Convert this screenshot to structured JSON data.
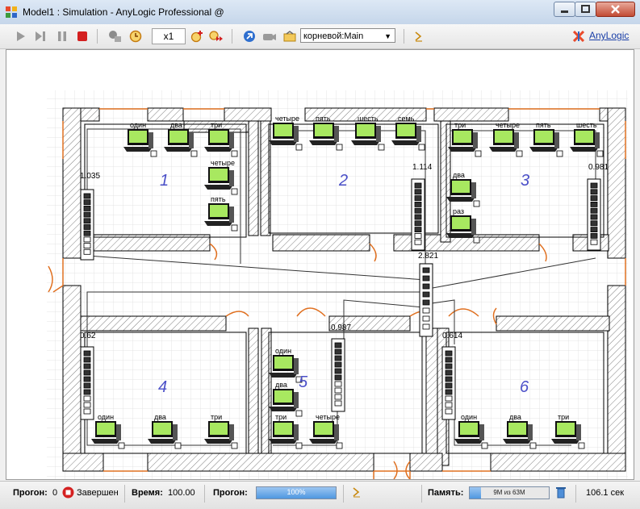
{
  "window": {
    "title": "Model1 : Simulation - AnyLogic Professional @"
  },
  "toolbar": {
    "speed": "x1",
    "experiment_combo": "корневой:Main",
    "brand": "AnyLogic"
  },
  "rooms": [
    {
      "number": "1",
      "hub_label": "1.035",
      "computers": [
        "один",
        "два",
        "три",
        "четыре",
        "пять"
      ]
    },
    {
      "number": "2",
      "hub_label": "1.114",
      "computers": [
        "четыре",
        "пять",
        "шесть",
        "семь"
      ]
    },
    {
      "number": "3",
      "hub_label": "0.981",
      "computers": [
        "три",
        "четыре",
        "пять",
        "шесть",
        "два",
        "раз"
      ]
    },
    {
      "number": "4",
      "hub_label": "0.62",
      "computers": [
        "один",
        "два",
        "три"
      ]
    },
    {
      "number": "5",
      "hub_label": "0.987",
      "computers": [
        "один",
        "два",
        "три",
        "четыре"
      ]
    },
    {
      "number": "6",
      "hub_label": "0.614",
      "computers": [
        "один",
        "два",
        "три"
      ]
    }
  ],
  "center_hub_label": "2.821",
  "status": {
    "runs_label": "Прогон:",
    "runs_value": "0",
    "state": "Завершен",
    "time_label": "Время:",
    "time_value": "100.00",
    "progress_label": "Прогон:",
    "progress_text": "100%",
    "progress_fraction": 1.0,
    "memory_label": "Память:",
    "memory_text": "9M из 63M",
    "memory_fraction": 0.14,
    "elapsed": "106.1 сек"
  },
  "colors": {
    "room_number": "#4b50c8",
    "screen": "#a8e860",
    "door": "#e07020",
    "wall_hatch": "#808080",
    "stop_button": "#d42020"
  }
}
